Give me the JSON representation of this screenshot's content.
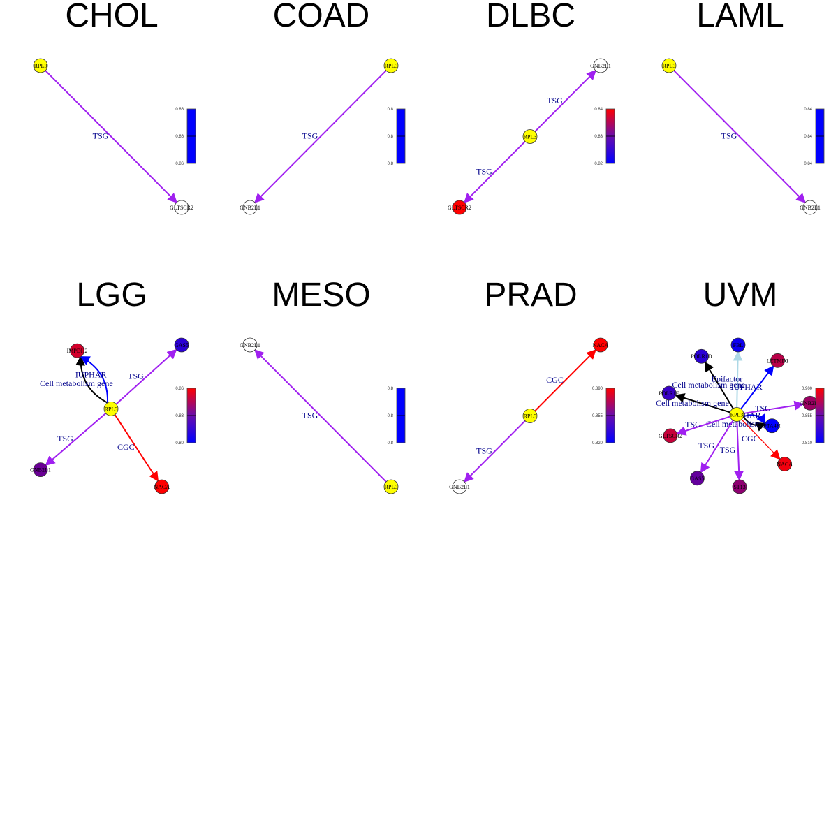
{
  "colors": {
    "center": "#FFFF00",
    "TSG": "#A020F0",
    "CGC": "#FF0000",
    "IUPHAR": "#0000FF",
    "Cell metabolism gene": "#000000",
    "Epifactor": "#ADD8E6",
    "edge_label": "#00008B",
    "low": "#0000FF",
    "high": "#FF0000"
  },
  "chart_data": [
    {
      "type": "network",
      "title": "CHOL",
      "scale": {
        "ticks": [
          "0.86",
          "0.86",
          "0.86"
        ],
        "min": 0.86,
        "max": 0.86,
        "uniform": true
      },
      "nodes": [
        {
          "id": "RPL3",
          "role": "center",
          "x": 0,
          "y": 0
        },
        {
          "id": "GLTSCR2",
          "value": null,
          "x": 1,
          "y": 1
        }
      ],
      "edges": [
        {
          "from": "RPL3",
          "to": "GLTSCR2",
          "type": "TSG"
        }
      ]
    },
    {
      "type": "network",
      "title": "COAD",
      "scale": {
        "ticks": [
          "0.8",
          "0.8",
          "0.8"
        ],
        "min": 0.8,
        "max": 0.8,
        "uniform": true
      },
      "nodes": [
        {
          "id": "RPL3",
          "role": "center",
          "x": 1,
          "y": 0
        },
        {
          "id": "GNB2L1",
          "value": null,
          "x": 0,
          "y": 1
        }
      ],
      "edges": [
        {
          "from": "RPL3",
          "to": "GNB2L1",
          "type": "TSG"
        }
      ]
    },
    {
      "type": "network",
      "title": "DLBC",
      "scale": {
        "ticks": [
          "0.84",
          "0.83",
          "0.82"
        ],
        "min": 0.82,
        "max": 0.84
      },
      "nodes": [
        {
          "id": "GNB2L1",
          "value": null,
          "x": 1,
          "y": 0
        },
        {
          "id": "RPL3",
          "role": "center",
          "x": 0.5,
          "y": 0.5
        },
        {
          "id": "GLTSCR2",
          "value": 0.84,
          "x": 0,
          "y": 1
        }
      ],
      "edges": [
        {
          "from": "RPL3",
          "to": "GNB2L1",
          "type": "TSG"
        },
        {
          "from": "RPL3",
          "to": "GLTSCR2",
          "type": "TSG"
        }
      ]
    },
    {
      "type": "network",
      "title": "LAML",
      "scale": {
        "ticks": [
          "0.84",
          "0.84",
          "0.84"
        ],
        "min": 0.84,
        "max": 0.84,
        "uniform": true
      },
      "nodes": [
        {
          "id": "RPL3",
          "role": "center",
          "x": 0,
          "y": 0
        },
        {
          "id": "GNB2L1",
          "value": null,
          "x": 1,
          "y": 1
        }
      ],
      "edges": [
        {
          "from": "RPL3",
          "to": "GNB2L1",
          "type": "TSG"
        }
      ]
    },
    {
      "type": "network",
      "title": "LGG",
      "scale": {
        "ticks": [
          "0.86",
          "0.83",
          "0.80"
        ],
        "min": 0.8,
        "max": 0.86
      },
      "nodes": [
        {
          "id": "IMPDH2",
          "value": 0.85,
          "x": 0.26,
          "y": 0.04
        },
        {
          "id": "GAS5",
          "value": 0.81,
          "x": 1,
          "y": 0
        },
        {
          "id": "RPL3",
          "role": "center",
          "x": 0.5,
          "y": 0.45
        },
        {
          "id": "GNB2L1",
          "value": 0.825,
          "x": 0,
          "y": 0.88
        },
        {
          "id": "NACA",
          "value": 0.86,
          "x": 0.86,
          "y": 1
        }
      ],
      "edges": [
        {
          "from": "RPL3",
          "to": "IMPDH2",
          "type": "Cell metabolism gene",
          "curve": -1
        },
        {
          "from": "RPL3",
          "to": "IMPDH2",
          "type": "IUPHAR",
          "curve": 1
        },
        {
          "from": "RPL3",
          "to": "GAS5",
          "type": "TSG"
        },
        {
          "from": "RPL3",
          "to": "GNB2L1",
          "type": "TSG"
        },
        {
          "from": "RPL3",
          "to": "NACA",
          "type": "CGC"
        }
      ]
    },
    {
      "type": "network",
      "title": "MESO",
      "scale": {
        "ticks": [
          "0.8",
          "0.8",
          "0.8"
        ],
        "min": 0.8,
        "max": 0.8,
        "uniform": true
      },
      "nodes": [
        {
          "id": "GNB2L1",
          "value": null,
          "x": 0,
          "y": 0
        },
        {
          "id": "RPL3",
          "role": "center",
          "x": 1,
          "y": 1
        }
      ],
      "edges": [
        {
          "from": "RPL3",
          "to": "GNB2L1",
          "type": "TSG"
        }
      ]
    },
    {
      "type": "network",
      "title": "PRAD",
      "scale": {
        "ticks": [
          "0.890",
          "0.855",
          "0.820"
        ],
        "min": 0.82,
        "max": 0.89
      },
      "nodes": [
        {
          "id": "NACA",
          "value": 0.89,
          "x": 1,
          "y": 0
        },
        {
          "id": "RPL3",
          "role": "center",
          "x": 0.5,
          "y": 0.5
        },
        {
          "id": "GNB2L1",
          "value": null,
          "x": 0,
          "y": 1
        }
      ],
      "edges": [
        {
          "from": "RPL3",
          "to": "NACA",
          "type": "CGC"
        },
        {
          "from": "RPL3",
          "to": "GNB2L1",
          "type": "TSG"
        }
      ]
    },
    {
      "type": "network",
      "title": "UVM",
      "scale": {
        "ticks": [
          "0.900",
          "0.855",
          "0.810"
        ],
        "min": 0.81,
        "max": 0.9
      },
      "nodes": [
        {
          "id": "FBL",
          "value": 0.815,
          "x": 0.49,
          "y": 0
        },
        {
          "id": "POLR1D",
          "value": 0.825,
          "x": 0.23,
          "y": 0.08
        },
        {
          "id": "LETMD1",
          "value": 0.875,
          "x": 0.77,
          "y": 0.11
        },
        {
          "id": "POLR1E",
          "value": 0.83,
          "x": 0,
          "y": 0.34
        },
        {
          "id": "GNB2L1",
          "value": 0.865,
          "x": 1,
          "y": 0.41
        },
        {
          "id": "RPL3",
          "role": "center",
          "x": 0.48,
          "y": 0.49
        },
        {
          "id": "PTA4H",
          "value": 0.81,
          "x": 0.73,
          "y": 0.57
        },
        {
          "id": "GLTSCR2",
          "value": 0.88,
          "x": 0.01,
          "y": 0.64
        },
        {
          "id": "NACA",
          "value": 0.895,
          "x": 0.82,
          "y": 0.84
        },
        {
          "id": "GAS5",
          "value": 0.845,
          "x": 0.2,
          "y": 0.94
        },
        {
          "id": "ST13",
          "value": 0.86,
          "x": 0.5,
          "y": 1
        }
      ],
      "edges": [
        {
          "from": "RPL3",
          "to": "FBL",
          "type": "Epifactor"
        },
        {
          "from": "RPL3",
          "to": "POLR1D",
          "type": "Cell metabolism gene"
        },
        {
          "from": "RPL3",
          "to": "LETMD1",
          "type": "IUPHAR"
        },
        {
          "from": "RPL3",
          "to": "POLR1E",
          "type": "Cell metabolism gene"
        },
        {
          "from": "RPL3",
          "to": "GNB2L1",
          "type": "TSG"
        },
        {
          "from": "RPL3",
          "to": "PTA4H",
          "type": "IUPHAR",
          "curve": -1
        },
        {
          "from": "RPL3",
          "to": "PTA4H",
          "type": "Cell metabolism gene",
          "curve": 1
        },
        {
          "from": "RPL3",
          "to": "GLTSCR2",
          "type": "TSG"
        },
        {
          "from": "RPL3",
          "to": "NACA",
          "type": "CGC"
        },
        {
          "from": "RPL3",
          "to": "GAS5",
          "type": "TSG"
        },
        {
          "from": "RPL3",
          "to": "ST13",
          "type": "TSG"
        }
      ]
    }
  ]
}
